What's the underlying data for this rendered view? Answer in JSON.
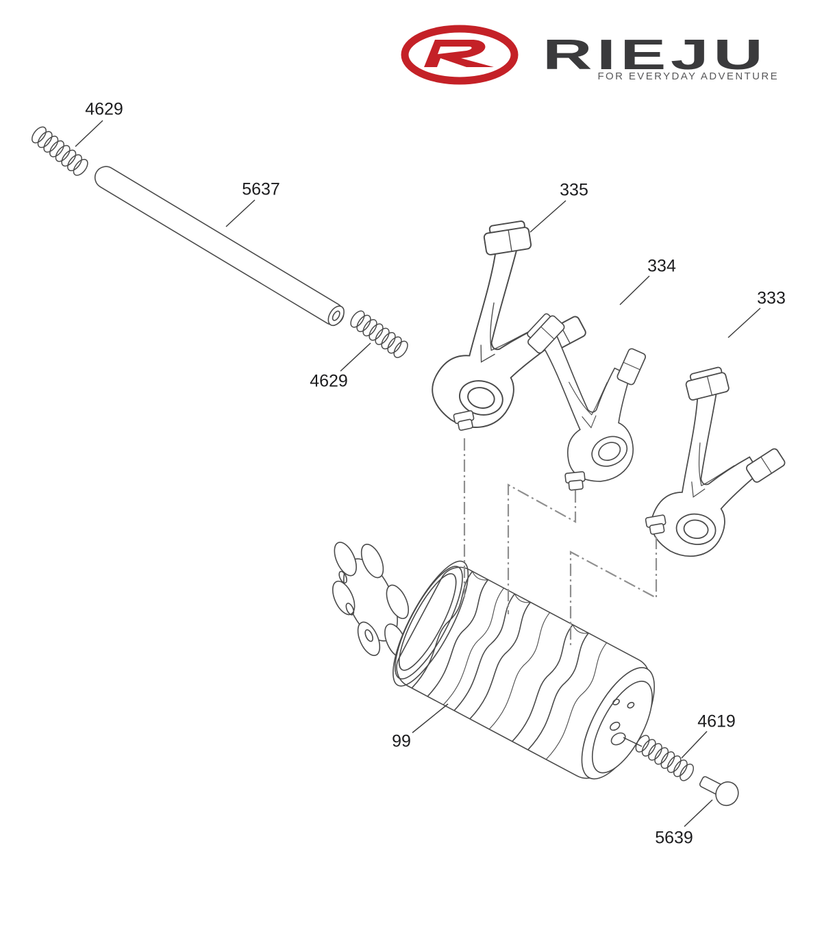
{
  "brand": {
    "emblem_letter": "R",
    "wordmark": "RIEJU",
    "tagline": "FOR EVERYDAY ADVENTURE",
    "colors": {
      "red": "#c42127",
      "dark": "#3a3a3c",
      "tagline_gray": "#58585a",
      "line": "#4a4a4a",
      "centerline": "#8f8f8f"
    }
  },
  "diagram": {
    "labels": {
      "spring_top": "4629",
      "rod": "5637",
      "fork_1": "335",
      "fork_2": "334",
      "fork_3": "333",
      "spring_mid": "4629",
      "drum": "99",
      "spring_right": "4619",
      "pin": "5639"
    }
  }
}
